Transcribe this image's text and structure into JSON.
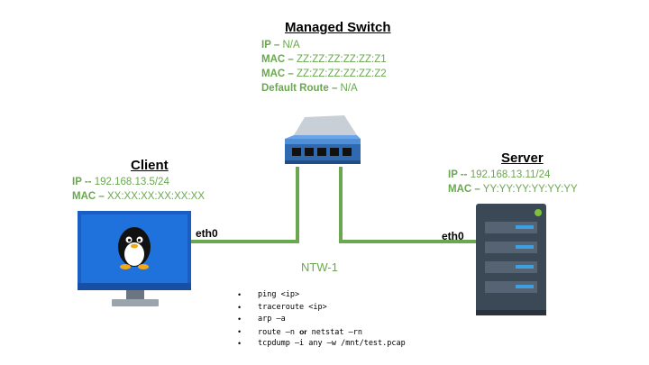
{
  "switch": {
    "title": "Managed Switch",
    "ip_label": "IP –",
    "ip_value": "N/A",
    "mac1_label": "MAC –",
    "mac1_value": "ZZ:ZZ:ZZ:ZZ:ZZ:Z1",
    "mac2_label": "MAC –",
    "mac2_value": "ZZ:ZZ:ZZ:ZZ:ZZ:Z2",
    "route_label": "Default Route –",
    "route_value": "N/A",
    "icon": "network-switch-icon"
  },
  "client": {
    "title": "Client",
    "ip_label": "IP --",
    "ip_value": "192.168.13.5/24",
    "mac_label": "MAC –",
    "mac_value": "XX:XX:XX:XX:XX:XX",
    "interface": "eth0",
    "icon": "linux-monitor-icon"
  },
  "server": {
    "title": "Server",
    "ip_label": "IP --",
    "ip_value": "192.168.13.11/24",
    "mac_label": "MAC –",
    "mac_value": "YY:YY:YY:YY:YY:YY",
    "interface": "eth0",
    "icon": "server-rack-icon"
  },
  "network": {
    "name": "NTW-1",
    "link_color": "#6aa84f"
  },
  "commands": {
    "ping": "ping <ip>",
    "traceroute": "traceroute <ip>",
    "arp": "arp –a",
    "route_a": "route –n ",
    "route_or": "or",
    "route_b": " netstat –rn",
    "tcpdump": "tcpdump –i any –w /mnt/test.pcap"
  },
  "colors": {
    "accent_green": "#6aa84f",
    "switch_blue": "#3f74b6",
    "server_gray": "#3b4856",
    "monitor_blue": "#1c6fd6"
  }
}
